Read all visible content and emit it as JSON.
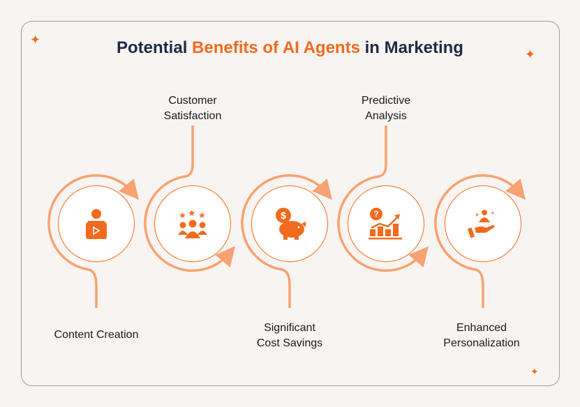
{
  "title": {
    "prefix": "Potential ",
    "highlight": "Benefits of AI Agents",
    "suffix": " in Marketing"
  },
  "items": [
    {
      "label": "Content Creation",
      "icon": "presenter-video-icon"
    },
    {
      "label": "Customer Satisfaction",
      "line1": "Customer",
      "line2": "Satisfaction",
      "icon": "rated-group-icon"
    },
    {
      "label": "Significant Cost Savings",
      "line1": "Significant",
      "line2": "Cost Savings",
      "icon": "piggy-bank-icon"
    },
    {
      "label": "Predictive Analysis",
      "line1": "Predictive",
      "line2": "Analysis",
      "icon": "growth-chart-question-icon"
    },
    {
      "label": "Enhanced Personalization",
      "line1": "Enhanced",
      "line2": "Personalization",
      "icon": "hand-person-icon"
    }
  ],
  "colors": {
    "accent": "#f26b1d",
    "arc": "#f7a272",
    "title": "#1f2a44"
  }
}
